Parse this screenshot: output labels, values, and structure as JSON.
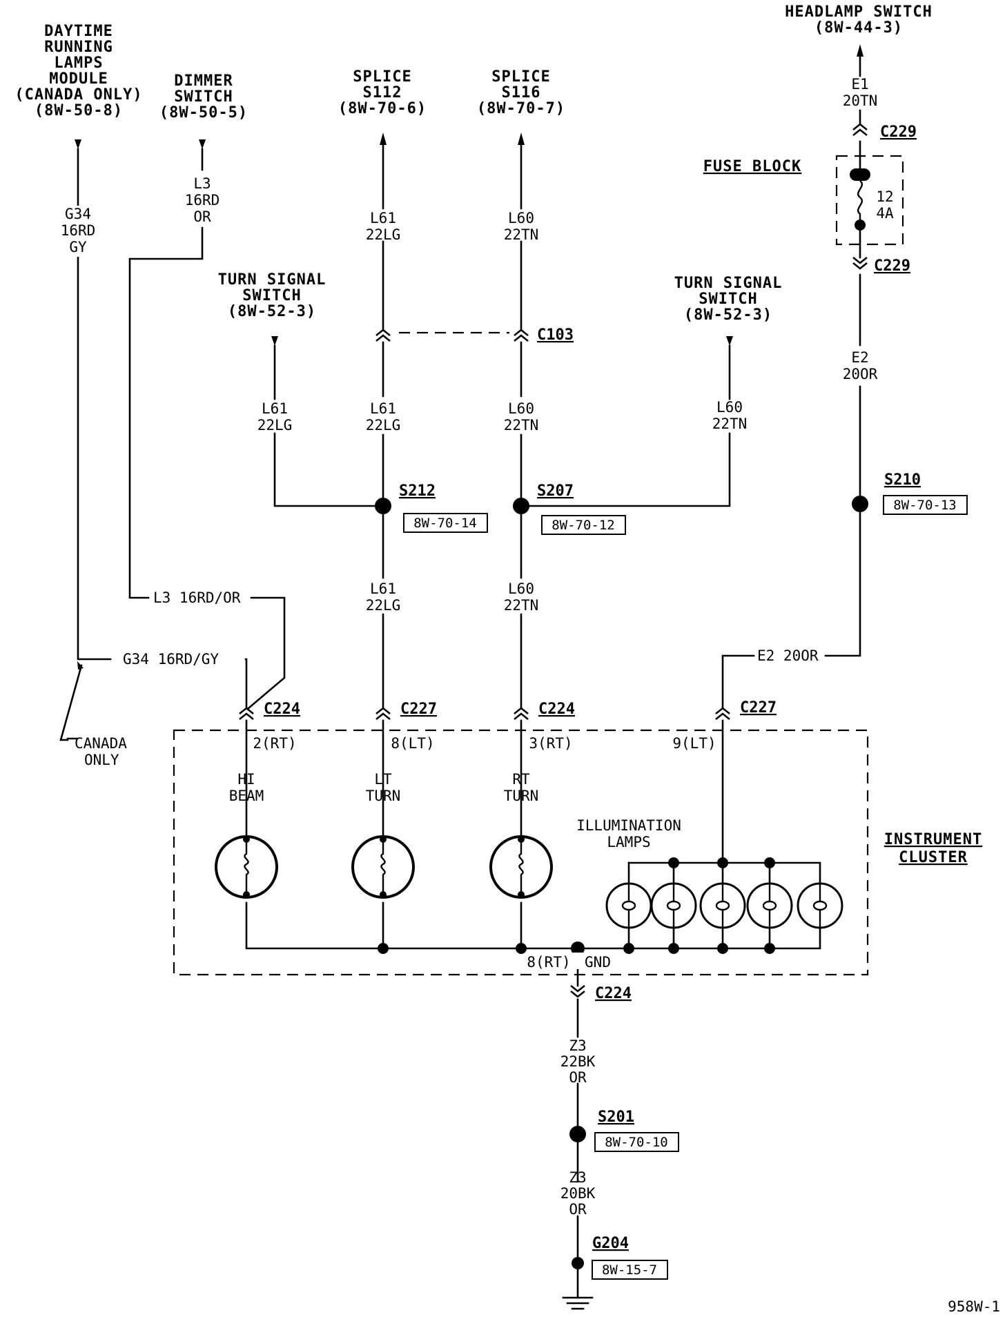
{
  "components": {
    "drl_module": [
      "DAYTIME",
      "RUNNING",
      "LAMPS",
      "MODULE",
      "(CANADA ONLY)",
      "(8W-50-8)"
    ],
    "dimmer_switch": [
      "DIMMER",
      "SWITCH",
      "(8W-50-5)"
    ],
    "splice_s112": [
      "SPLICE",
      "S112",
      "(8W-70-6)"
    ],
    "splice_s116": [
      "SPLICE",
      "S116",
      "(8W-70-7)"
    ],
    "headlamp_switch": [
      "HEADLAMP SWITCH",
      "(8W-44-3)"
    ],
    "turn_signal_left": [
      "TURN SIGNAL",
      "SWITCH",
      "(8W-52-3)"
    ],
    "turn_signal_right": [
      "TURN SIGNAL",
      "SWITCH",
      "(8W-52-3)"
    ],
    "fuse_block": "FUSE BLOCK",
    "instrument_cluster": [
      "INSTRUMENT",
      "CLUSTER"
    ],
    "canada_only": [
      "CANADA",
      "ONLY"
    ]
  },
  "wires": {
    "g34": [
      "G34",
      "16RD",
      "GY"
    ],
    "l3": [
      "L3",
      "16RD",
      "OR"
    ],
    "l61_top": [
      "L61",
      "22LG"
    ],
    "l60_top": [
      "L60",
      "22TN"
    ],
    "l61_turn": [
      "L61",
      "22LG"
    ],
    "l61_mid": [
      "L61",
      "22LG"
    ],
    "l60_mid": [
      "L60",
      "22TN"
    ],
    "l60_turn": [
      "L60",
      "22TN"
    ],
    "l61_low": [
      "L61",
      "22LG"
    ],
    "l60_low": [
      "L60",
      "22TN"
    ],
    "e1": [
      "E1",
      "20TN"
    ],
    "e2": [
      "E2",
      "20OR"
    ],
    "l3_h": "L3 16RD/OR",
    "g34_h": "G34 16RD/GY",
    "e2_h": "E2 20OR",
    "z3_a": [
      "Z3",
      "22BK",
      "OR"
    ],
    "z3_b": [
      "Z3",
      "20BK",
      "OR"
    ]
  },
  "fuse": {
    "number": "12",
    "rating": "4A"
  },
  "connectors": {
    "c229_top": "C229",
    "c229_bottom": "C229",
    "c103": "C103",
    "c224_hi": "C224",
    "c227_lt": "C227",
    "c224_rt": "C224",
    "c227_illum": "C227",
    "c224_gnd": "C224"
  },
  "splices": {
    "s212": {
      "id": "S212",
      "ref": "8W-70-14"
    },
    "s207": {
      "id": "S207",
      "ref": "8W-70-12"
    },
    "s210": {
      "id": "S210",
      "ref": "8W-70-13"
    },
    "s201": {
      "id": "S201",
      "ref": "8W-70-10"
    },
    "g204": {
      "id": "G204",
      "ref": "8W-15-7"
    }
  },
  "pins": {
    "hi": "2(RT)",
    "lt": "8(LT)",
    "rt": "3(RT)",
    "illum": "9(LT)",
    "gnd_pin": "8(RT)",
    "gnd": "GND"
  },
  "lamps": {
    "hi_beam": [
      "HI",
      "BEAM"
    ],
    "lt_turn": [
      "LT",
      "TURN"
    ],
    "rt_turn": [
      "RT",
      "TURN"
    ],
    "illumination": [
      "ILLUMINATION",
      "LAMPS"
    ]
  },
  "figure_id": "958W-1"
}
